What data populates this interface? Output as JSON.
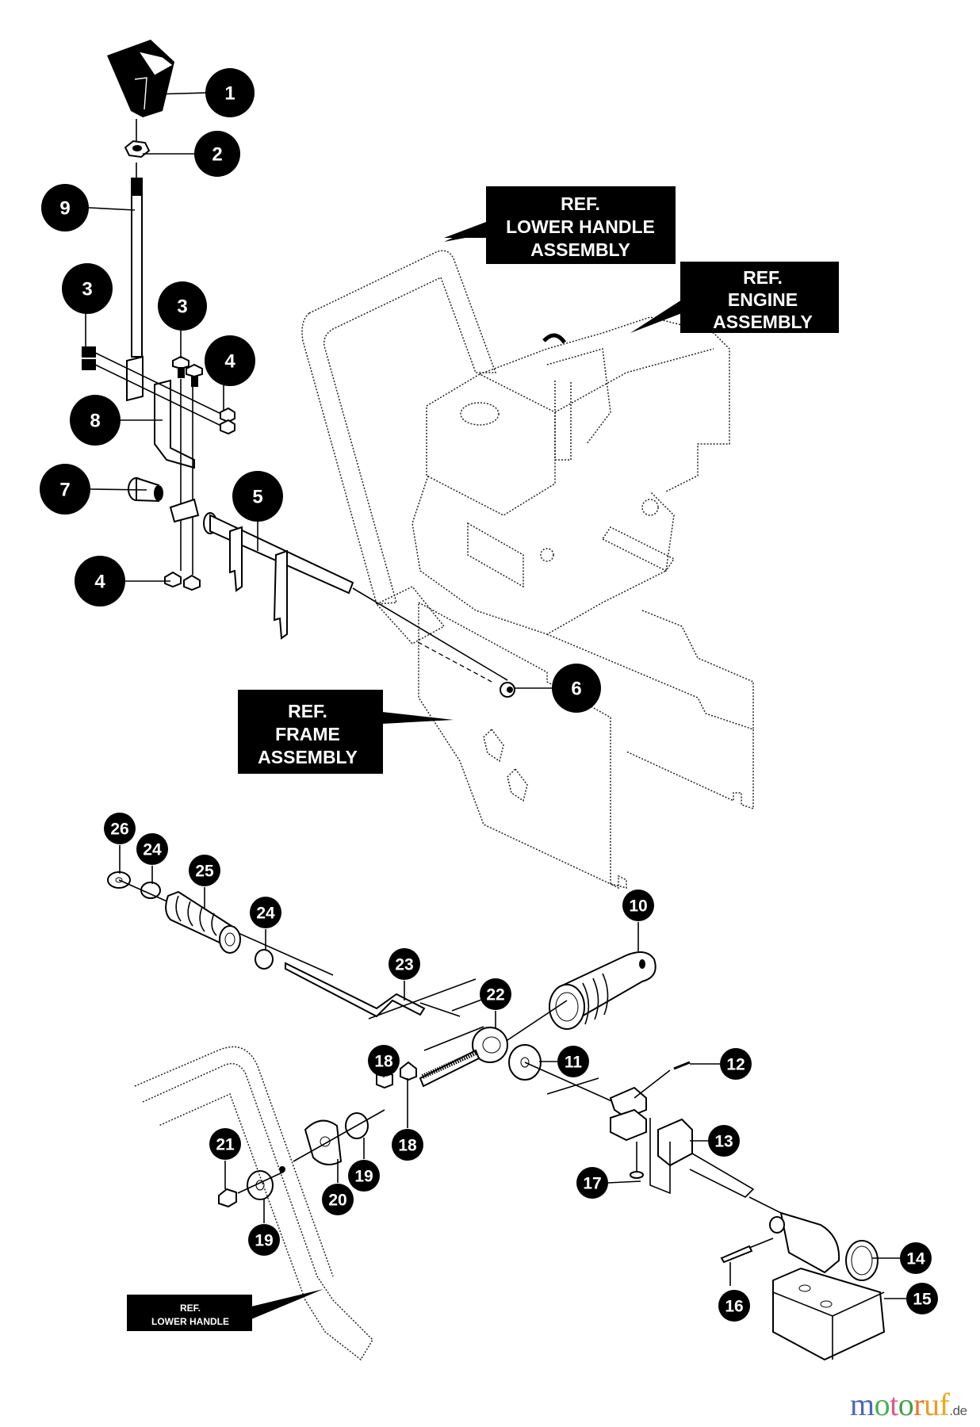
{
  "diagram": {
    "type": "exploded-parts-diagram",
    "callouts": [
      {
        "id": "1",
        "label": "1"
      },
      {
        "id": "2",
        "label": "2"
      },
      {
        "id": "9",
        "label": "9"
      },
      {
        "id": "3a",
        "label": "3"
      },
      {
        "id": "3b",
        "label": "3"
      },
      {
        "id": "4a",
        "label": "4"
      },
      {
        "id": "8",
        "label": "8"
      },
      {
        "id": "7",
        "label": "7"
      },
      {
        "id": "5",
        "label": "5"
      },
      {
        "id": "4b",
        "label": "4"
      },
      {
        "id": "6",
        "label": "6"
      },
      {
        "id": "26",
        "label": "26"
      },
      {
        "id": "24a",
        "label": "24"
      },
      {
        "id": "25",
        "label": "25"
      },
      {
        "id": "24b",
        "label": "24"
      },
      {
        "id": "23",
        "label": "23"
      },
      {
        "id": "10",
        "label": "10"
      },
      {
        "id": "22",
        "label": "22"
      },
      {
        "id": "11",
        "label": "11"
      },
      {
        "id": "18a",
        "label": "18"
      },
      {
        "id": "18b",
        "label": "18"
      },
      {
        "id": "12",
        "label": "12"
      },
      {
        "id": "13",
        "label": "13"
      },
      {
        "id": "17",
        "label": "17"
      },
      {
        "id": "21",
        "label": "21"
      },
      {
        "id": "20",
        "label": "20"
      },
      {
        "id": "19a",
        "label": "19"
      },
      {
        "id": "19b",
        "label": "19"
      },
      {
        "id": "14",
        "label": "14"
      },
      {
        "id": "15",
        "label": "15"
      },
      {
        "id": "16",
        "label": "16"
      }
    ],
    "reference_labels": {
      "lower_handle_assembly": [
        "REF.",
        "LOWER HANDLE",
        "ASSEMBLY"
      ],
      "engine_assembly": [
        "REF.",
        "ENGINE",
        "ASSEMBLY"
      ],
      "frame_assembly": [
        "REF.",
        "FRAME",
        "ASSEMBLY"
      ],
      "lower_handle": [
        "REF.",
        "LOWER HANDLE"
      ]
    }
  },
  "watermark": {
    "letters": [
      {
        "ch": "m",
        "color": "#4a68b4"
      },
      {
        "ch": "o",
        "color": "#4caf50"
      },
      {
        "ch": "t",
        "color": "#e0568c"
      },
      {
        "ch": "o",
        "color": "#43a047"
      },
      {
        "ch": "r",
        "color": "#e8762a"
      },
      {
        "ch": "u",
        "color": "#ec9a22"
      },
      {
        "ch": "f",
        "color": "#e8a818"
      }
    ],
    "suffix": ".de"
  }
}
